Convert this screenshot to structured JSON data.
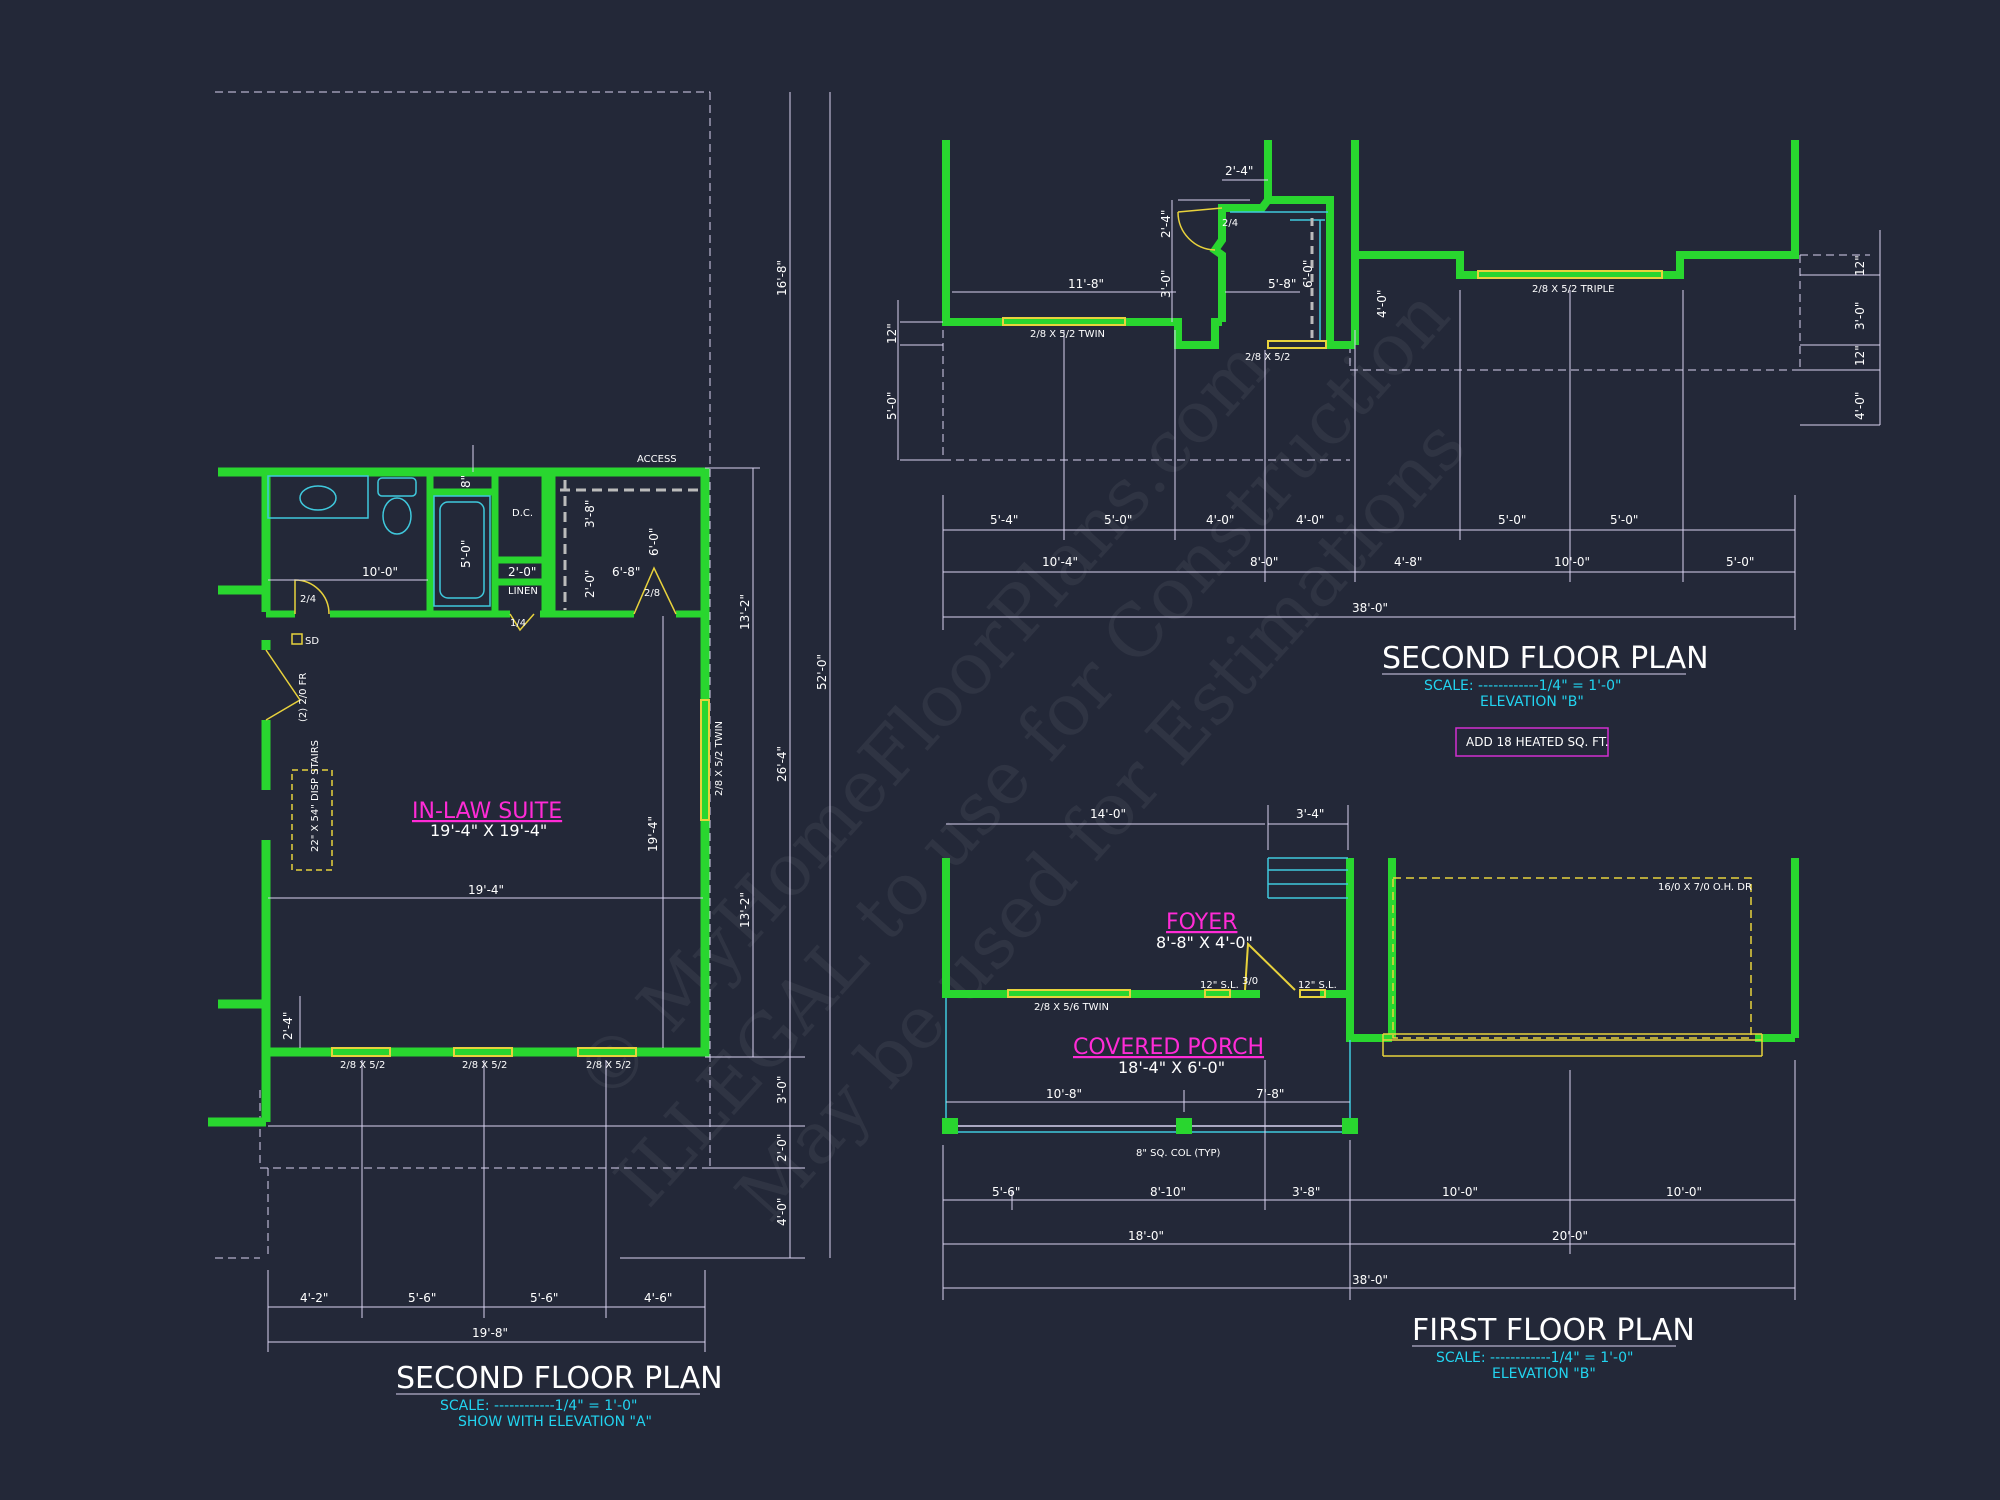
{
  "watermark": {
    "line1": "© MyHomeFloorPlans.com",
    "line2": "ILLEGAL to use for Construction",
    "line3": "May be used for Estimations"
  },
  "left_plan": {
    "title": "SECOND FLOOR PLAN",
    "scale": "SCALE: ------------1/4\" = 1'-0\"",
    "subtitle": "SHOW WITH ELEVATION \"A\"",
    "room_name": "IN-LAW SUITE",
    "room_size": "19'-4\" X 19'-4\"",
    "access": "ACCESS",
    "dc": "D.C.",
    "linen": "LINEN",
    "sd": "SD",
    "stairs": "22\" X 54\" DISP STAIRS",
    "fr_door": "(2) 2/0 FR",
    "door_2_4": "2/4",
    "door_1_4": "1/4",
    "door_2_8": "2/8",
    "windows_bottom": [
      "2/8 X 5/2",
      "2/8 X 5/2",
      "2/8 X 5/2"
    ],
    "window_right": "2/8 X 5/2 TWIN",
    "dims_top_text": [
      "10'-0\"",
      "6'-8\"",
      "2'-0\"",
      "5'-0\"",
      "3'-8\"",
      "6'-0\"",
      "8\"",
      "2'-0\""
    ],
    "dims_interior": [
      "19'-4\"",
      "19'-4\"",
      "2'-4\""
    ],
    "dims_bottom": [
      "4'-2\"",
      "5'-6\"",
      "5'-6\"",
      "4'-6\""
    ],
    "dim_total_bottom": "19'-8\"",
    "dims_right": [
      "16'-8\"",
      "13'-2\"",
      "13'-2\"",
      "3'-0\"",
      "2'-0\"",
      "4'-0\""
    ],
    "dim_right_mid": "26'-4\"",
    "dim_right_total": "52'-0\""
  },
  "upper_right_plan": {
    "title": "SECOND FLOOR PLAN",
    "scale": "SCALE: ------------1/4\" = 1'-0\"",
    "subtitle": "ELEVATION \"B\"",
    "note_box": "ADD 18 HEATED SQ. FT.",
    "window_twin": "2/8 X 5/2 TWIN",
    "window_single": "2/8 X 5/2",
    "window_triple": "2/8 X 5/2 TRIPLE",
    "door_2_4": "2/4",
    "dims_top": [
      "2'-4\"",
      "11'-8\"",
      "5'-8\""
    ],
    "dims_vert": [
      "2'-4\"",
      "3'-0\"",
      "6'-0\"",
      "4'-0\"",
      "12\"",
      "5'-0\""
    ],
    "dims_right_vert": [
      "12\"",
      "3'-0\"",
      "12\"",
      "4'-0\""
    ],
    "dims_row1": [
      "5'-4\"",
      "5'-0\"",
      "4'-0\"",
      "4'-0\"",
      "5'-0\"",
      "5'-0\""
    ],
    "dims_row2": [
      "10'-4\"",
      "8'-0\"",
      "4'-8\"",
      "10'-0\"",
      "5'-0\""
    ],
    "dim_total": "38'-0\""
  },
  "lower_right_plan": {
    "title": "FIRST FLOOR PLAN",
    "scale": "SCALE: ------------1/4\" = 1'-0\"",
    "subtitle": "ELEVATION \"B\"",
    "foyer_name": "FOYER",
    "foyer_size": "8'-8\" X 4'-0\"",
    "porch_name": "COVERED PORCH",
    "porch_size": "18'-4\" X 6'-0\"",
    "garage_door": "16/0 X 7/0 O.H. DR",
    "window_twin": "2/8 X 5/6 TWIN",
    "entry_door": "3/0",
    "sidelight_left": "12\" S.L.",
    "sidelight_right": "12\" S.L.",
    "column_note": "8\" SQ. COL (TYP)",
    "dims_top": [
      "14'-0\"",
      "3'-4\""
    ],
    "dims_porch": [
      "10'-8\"",
      "7'-8\""
    ],
    "dims_row1": [
      "5'-6\"",
      "8'-10\"",
      "3'-8\"",
      "10'-0\"",
      "10'-0\""
    ],
    "dims_row2": [
      "18'-0\"",
      "20'-0\""
    ],
    "dim_total": "38'-0\""
  },
  "colors": {
    "background": "#232838",
    "wall": "#29d62f",
    "dimension": "#d8d2f0",
    "room_label": "#ff2bd6",
    "scale_text": "#22d4f0",
    "window": "#e8d23c",
    "fixture": "#3fc9dd",
    "note_border": "#d12fd0"
  }
}
